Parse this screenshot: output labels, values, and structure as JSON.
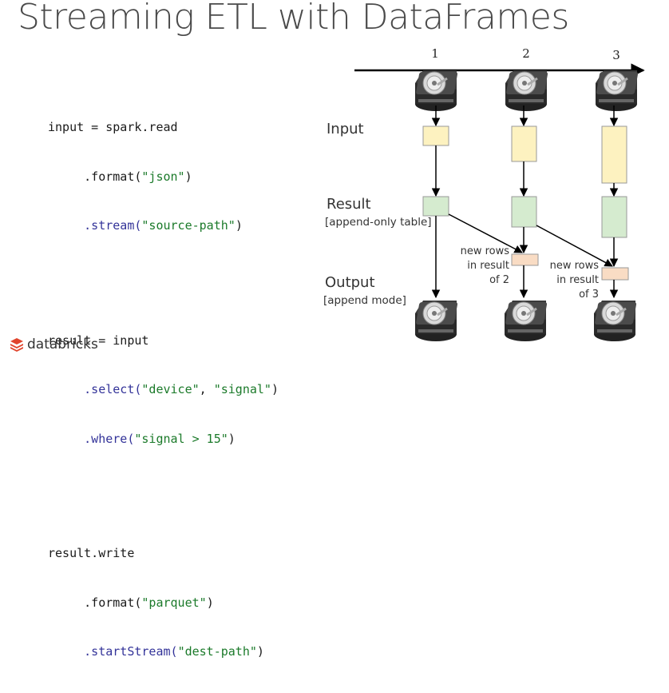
{
  "title": "Streaming ETL with DataFrames",
  "code": {
    "l1": [
      "input",
      " = spark.read"
    ],
    "l2": [
      ".format(",
      "\"json\"",
      ")"
    ],
    "l3": [
      ".stream(",
      "\"source-path\"",
      ")"
    ],
    "l4": [
      "result",
      " = input"
    ],
    "l5": [
      ".select(",
      "\"device\"",
      ", ",
      "\"signal\"",
      ")"
    ],
    "l6": [
      ".where(",
      "\"signal > 15\"",
      ")"
    ],
    "l7": [
      "result.write"
    ],
    "l8": [
      ".format(",
      "\"parquet\"",
      ")"
    ],
    "l9": [
      ".startStream(",
      "\"dest-path\"",
      ")"
    ]
  },
  "labels": {
    "input": "Input",
    "result": "Result",
    "result_sub": "[append-only table]",
    "output": "Output",
    "output_sub": "[append mode]"
  },
  "timeline": [
    "1",
    "2",
    "3"
  ],
  "notes": {
    "n2": [
      "new rows",
      "in result",
      "of 2"
    ],
    "n3": [
      "new rows",
      "in result",
      "of 3"
    ]
  },
  "logo_text": "databricks",
  "colors": {
    "input_box": "#fdf2c0",
    "result_box": "#d5ebcf",
    "output_box": "#f9dcc4",
    "string": "#1b7a2a",
    "method": "#333399",
    "logo_red": "#e0442d"
  },
  "icons": [
    "hard-drive-icon",
    "databricks-logo-icon"
  ]
}
